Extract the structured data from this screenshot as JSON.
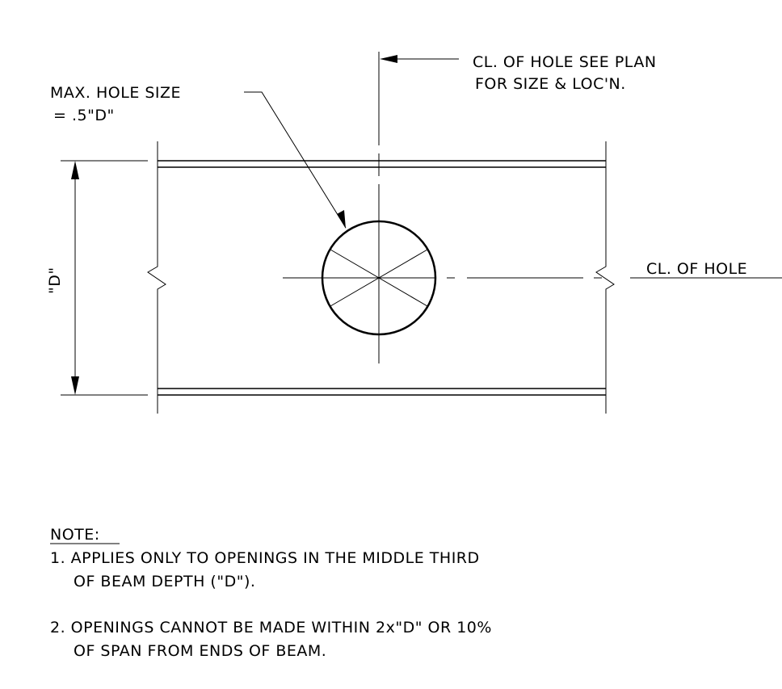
{
  "labels": {
    "max_hole_line1": "MAX. HOLE SIZE",
    "max_hole_line2": "= .5\"D\"",
    "cl_hole_plan_line1": "CL. OF HOLE SEE PLAN",
    "cl_hole_plan_line2": "FOR SIZE & LOC'N.",
    "cl_hole_right": "CL. OF HOLE",
    "depth_label": "\"D\""
  },
  "notes": {
    "title": "NOTE:",
    "items": [
      {
        "line1": "1. APPLIES ONLY TO OPENINGS IN THE MIDDLE THIRD",
        "line2": "OF BEAM DEPTH (\"D\")."
      },
      {
        "line1": "2. OPENINGS CANNOT BE MADE WITHIN 2x\"D\" OR 10%",
        "line2": "OF SPAN FROM ENDS OF BEAM."
      }
    ]
  }
}
